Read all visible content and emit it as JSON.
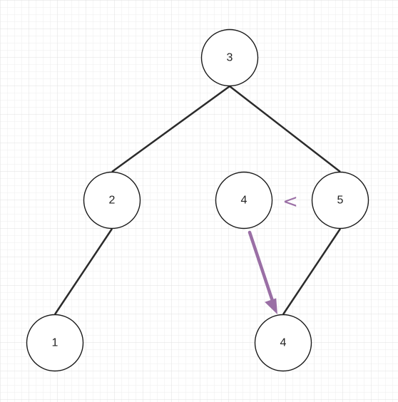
{
  "colors": {
    "edge": "#2b2b2b",
    "node_stroke": "#1a1a1a",
    "node_fill": "#ffffff",
    "accent": "#9a6fa5",
    "grid_minor": "#eeeeee",
    "grid_major": "#e0e0e0"
  },
  "nodes": [
    {
      "id": "root",
      "label": "3"
    },
    {
      "id": "left",
      "label": "2"
    },
    {
      "id": "right",
      "label": "5"
    },
    {
      "id": "leftleft",
      "label": "1"
    },
    {
      "id": "rightleft",
      "label": "4"
    },
    {
      "id": "inserting",
      "label": "4"
    }
  ],
  "edges": [
    {
      "from": "root",
      "to": "left"
    },
    {
      "from": "root",
      "to": "right"
    },
    {
      "from": "left",
      "to": "leftleft"
    },
    {
      "from": "right",
      "to": "rightleft"
    }
  ],
  "comparison": {
    "symbol": "<"
  },
  "arrow": {
    "from": "inserting",
    "to": "rightleft"
  }
}
